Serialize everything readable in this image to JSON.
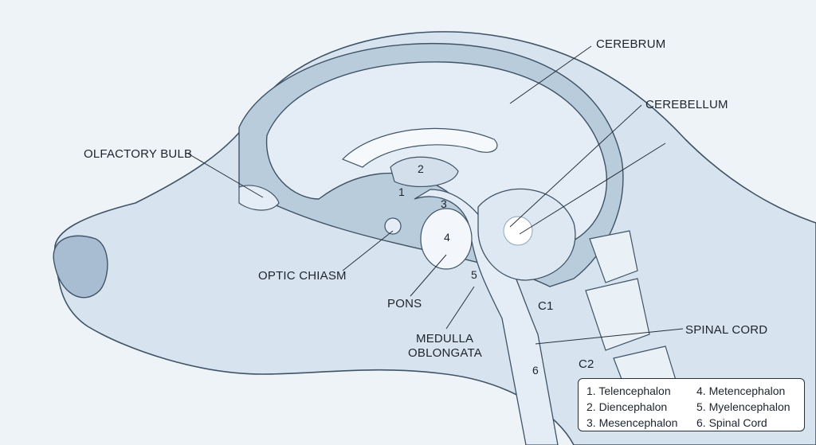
{
  "labels": {
    "cerebrum": "CEREBRUM",
    "cerebellum": "CEREBELLUM",
    "olfactory_bulb": "OLFACTORY BULB",
    "optic_chiasm": "OPTIC CHIASM",
    "pons": "PONS",
    "medulla_line1": "MEDULLA",
    "medulla_line2": "OBLONGATA",
    "spinal_cord": "SPINAL CORD",
    "c1": "C1",
    "c2": "C2"
  },
  "region_numbers": [
    "1",
    "2",
    "3",
    "4",
    "5",
    "6"
  ],
  "legend": {
    "col1": [
      "1. Telencephalon",
      "2. Diencephalon",
      "3. Mesencephalon"
    ],
    "col2": [
      "4. Metencephalon",
      "5. Myelencephalon",
      "6. Spinal Cord"
    ]
  },
  "colors": {
    "background": "#eef3f8",
    "skin": "#d7e4ef",
    "skull": "#b9ccdc",
    "brain": "#e4edf5",
    "outline": "#3f5367"
  }
}
